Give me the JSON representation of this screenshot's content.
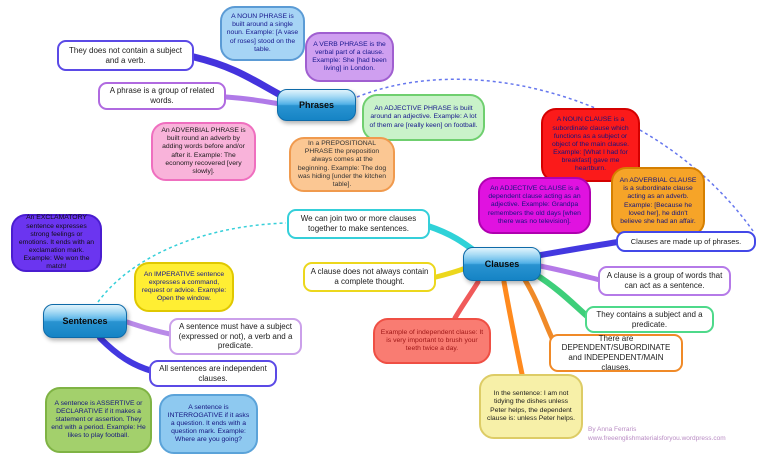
{
  "map": {
    "hubs": {
      "phrases": "Phrases",
      "clauses": "Clauses",
      "sentences": "Sentences"
    },
    "phrases_nodes": {
      "no_subject_verb": "They does not contain a subject and a verb.",
      "definition": "A phrase is a group of related words.",
      "noun_phrase": "A NOUN PHRASE is built around a single noun. Example: [A vase of roses] stood on the table.",
      "verb_phrase": "A VERB PHRASE is the verbal part of a clause. Example: She [had been living] in London.",
      "adjective_phrase": "An ADJECTIVE PHRASE is built around an adjective. Example: A lot of them are [really keen] on football.",
      "adverbial_phrase": "An ADVERBIAL PHRASE is built round an adverb by adding words before and/or after it. Example: The economy recovered [very slowly].",
      "prepositional_phrase": "In a PREPOSITIONAL PHRASE the preposition always comes at the beginning. Example: The dog was hiding [under the kitchen table]."
    },
    "clauses_nodes": {
      "join_sentences": "We can join two or more clauses together to make sentences.",
      "made_of_phrases": "Clauses are made up of phrases.",
      "definition": "A clause is a group of words that can act as a sentence.",
      "incomplete_thought": "A clause does not always contain a complete thought.",
      "subject_predicate": "They contains a subject and a predicate.",
      "types": "There are DEPENDENT/SUBORDINATE and INDEPENDENT/MAIN clauses.",
      "noun_clause": "A NOUN CLAUSE is a subordinate clause which functions as a subject or object of the main clause. Example: [What I had for breakfast] gave me heartburn.",
      "adjective_clause": "An ADJECTIVE CLAUSE is a dependent clause acting as an adjective. Example: Grandpa remembers the old days [when there was no television].",
      "adverbial_clause": "An ADVERBIAL CLAUSE is a subordinate clause acting as an adverb. Example: [Because he loved her], he didn't believe she had an affair.",
      "independent_example": "Example of independent clause: It is very important to brush your teeth twice a day.",
      "dependent_example": "In the sentence: I am not tidying the dishes unless Peter helps, the dependent clause is: unless Peter helps."
    },
    "sentences_nodes": {
      "must_have": "A sentence must have a subject (expressed or not), a verb and a predicate.",
      "independent_clauses": "All sentences are independent clauses.",
      "exclamatory": "An EXCLAMATORY sentence expresses strong feelings or emotions. It ends with an exclamation mark. Example: We won the match!",
      "imperative": "An IMPERATIVE sentence expresses a command, request or advice. Example: Open the window.",
      "assertive": "A sentence is ASSERTIVE or DECLARATIVE if it makes a statement or assertion. They end with a period. Example: He likes to play football.",
      "interrogative": "A sentence is INTERROGATIVE if it asks a question. It ends with a question mark. Example: Where are you going?"
    },
    "credit": {
      "author": "By Anna Ferraris",
      "website": "www.freeenglishmaterialsforyou.wordpress.com"
    },
    "colors": {
      "hub_blue": "#2a9de0",
      "branch_blue": "#4338e0",
      "branch_purple": "#b07ae8",
      "branch_cyan": "#2fd2d8",
      "branch_green": "#3ecf7a",
      "branch_orange": "#f08a28",
      "branch_yellow": "#ecd71d",
      "branch_red": "#f05a5a",
      "dashed_link": "#6677ee"
    }
  }
}
